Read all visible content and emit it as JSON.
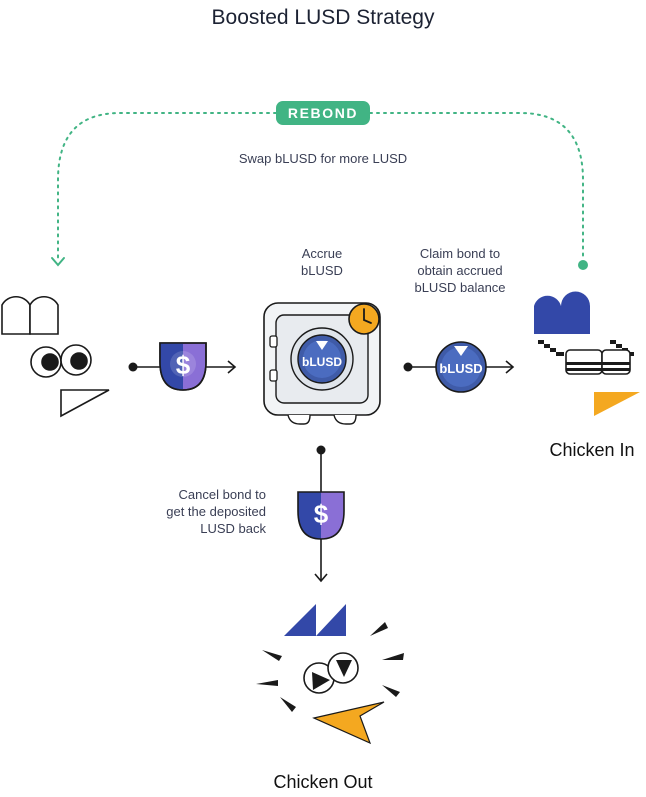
{
  "title": "Boosted LUSD Strategy",
  "rebond": {
    "label": "REBOND",
    "description": "Swap bLUSD for more LUSD"
  },
  "accrue": {
    "line1": "Accrue",
    "line2": "bLUSD"
  },
  "claim": {
    "line1": "Claim bond to",
    "line2": "obtain accrued",
    "line3": "bLUSD balance"
  },
  "cancel": {
    "line1": "Cancel bond to",
    "line2": "get the deposited",
    "line3": "LUSD back"
  },
  "outcomes": {
    "chicken_in": "Chicken In",
    "chicken_out": "Chicken Out"
  },
  "tokens": {
    "lusd_symbol": "$",
    "blusd_label": "bLUSD"
  },
  "colors": {
    "green": "#41b484",
    "navy": "#1c2b66",
    "blue": "#3348a8",
    "violet": "#8a6fd6",
    "orange": "#f4a820",
    "vault_fill": "#f2f4f6"
  },
  "icons": [
    "lusd-token-icon",
    "blusd-token-icon",
    "vault-icon",
    "clock-icon",
    "chicken-bond-icon",
    "chicken-in-icon",
    "chicken-out-icon"
  ]
}
